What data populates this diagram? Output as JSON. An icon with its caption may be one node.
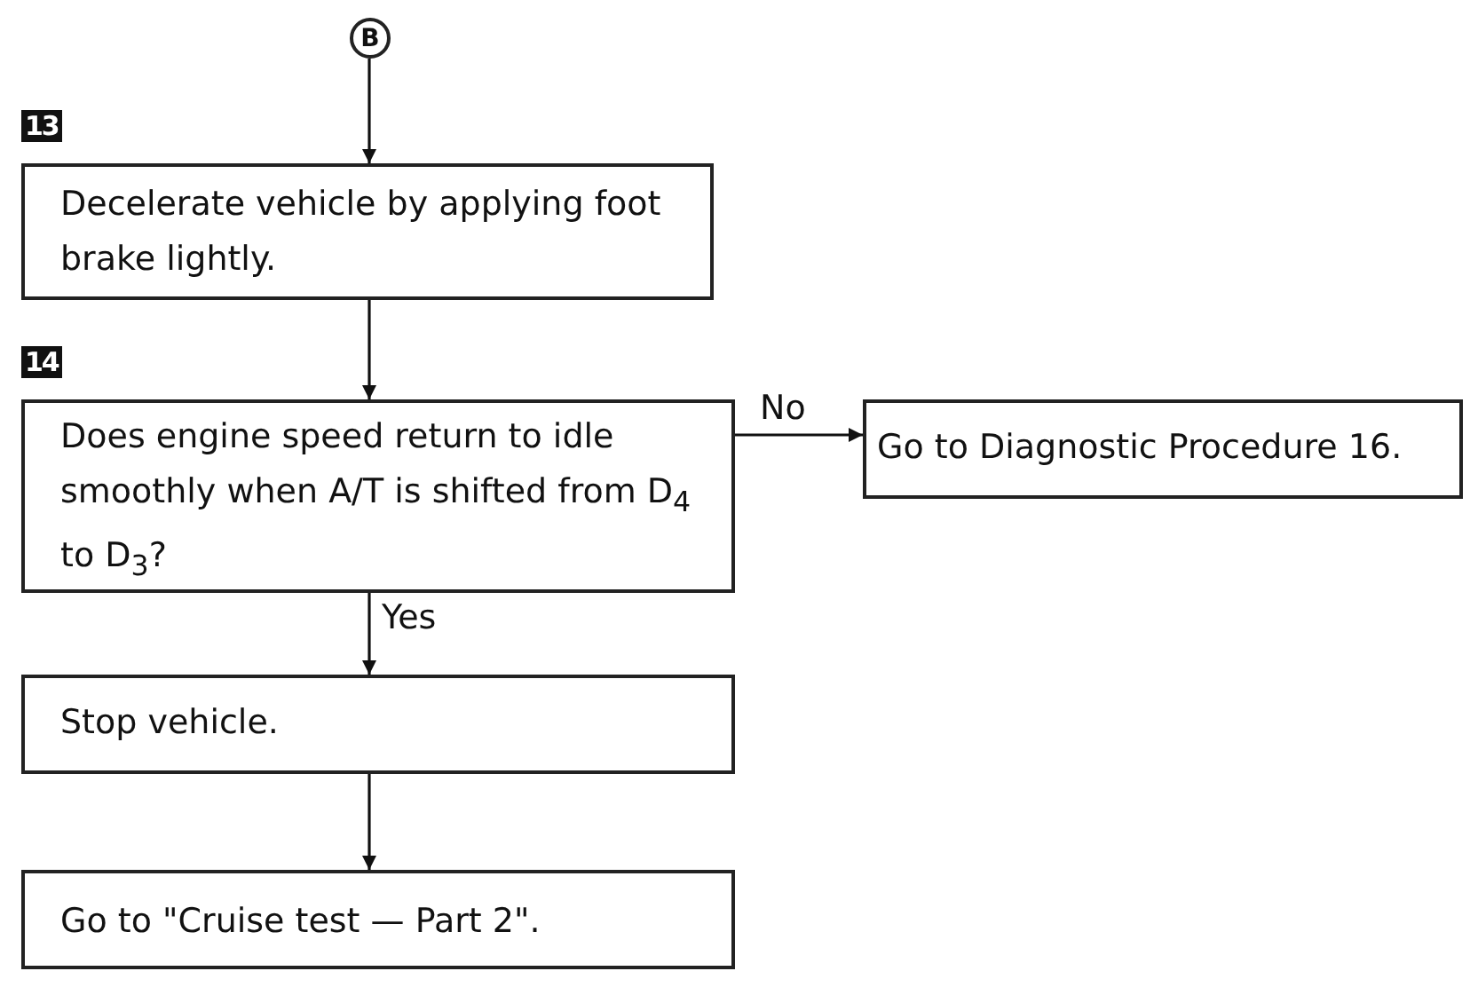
{
  "diagram": {
    "nodes": [
      {
        "text": [
          "B"
        ]
      },
      {
        "text": [
          "Decelerate vehicle by applying foot brake lightly."
        ],
        "beside": [
          "13"
        ]
      },
      {
        "text": [
          "Does engine speed return to idle smoothly when A/T is shifted from D$_{4}$ to D$_{3}$?"
        ],
        "beside": [
          "14"
        ]
      },
      {
        "text": [
          "Go to Diagnostic Procedure 16."
        ]
      },
      {
        "text": [
          "Stop vehicle."
        ]
      },
      {
        "text": [
          "Go to \"Cruise test — Part 2\"."
        ]
      }
    ],
    "edges": [
      {
        "from": 0,
        "to": 1,
        "arrow": "to"
      },
      {
        "from": 1,
        "to": 2,
        "arrow": "to"
      },
      {
        "from": 2,
        "to": 3,
        "arrow": "to",
        "label": "No"
      },
      {
        "from": 2,
        "to": 4,
        "arrow": "to",
        "label": "Yes"
      },
      {
        "from": 4,
        "to": 5,
        "arrow": "to"
      }
    ]
  }
}
